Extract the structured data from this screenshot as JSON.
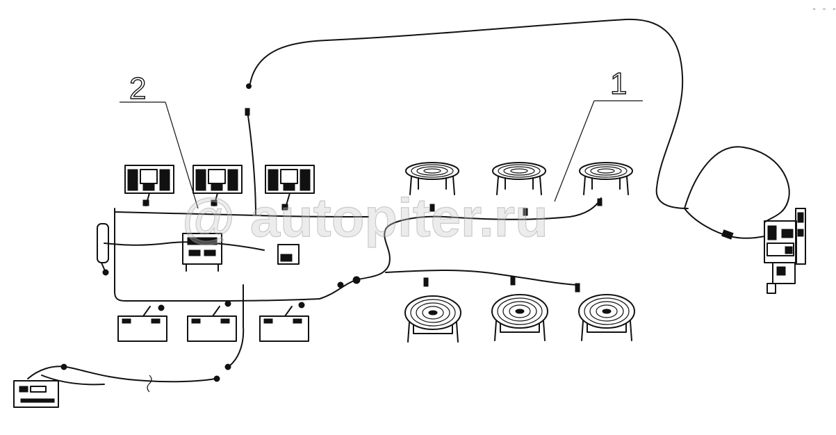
{
  "callouts": {
    "one": "1",
    "two": "2"
  },
  "watermark": "@ autopiter.ru",
  "corner_mark": "- - -",
  "colors": {
    "ink": "#111111",
    "background": "#ffffff",
    "watermark": "#c8c8c8"
  }
}
